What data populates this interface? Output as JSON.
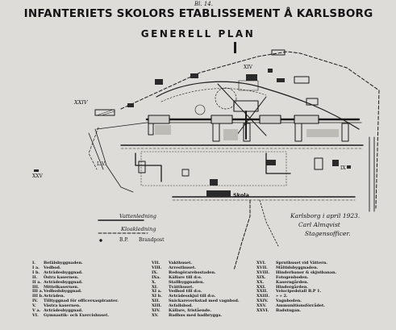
{
  "sheet": {
    "number": "Bl. 14."
  },
  "title": "INFANTERIETS SKOLORS ETABLISSEMENT Å KARLSBORG",
  "subtitle": "GENERELL PLAN",
  "map_labels": {
    "xxiv": "XXIV",
    "xiv": "XIV",
    "xxv": "XXV",
    "lv": "L.V.",
    "ix": "IX",
    "skola": "Skola",
    "vattenledning": "Vattenledning",
    "kloakledning": "Kloakledning",
    "brandpost": "Brandpost",
    "brandpost_key": "B.P."
  },
  "signature": {
    "line1": "Karlsborg i april 1923.",
    "line2": "Carl Almqvist",
    "line3": "Stagensofficer."
  },
  "legend": {
    "col1": [
      {
        "k": "I.",
        "v": "Befälsbyggnaden."
      },
      {
        "k": "I a.",
        "v": "Vedbod."
      },
      {
        "k": "I b.",
        "v": "Avträdesbyggnad."
      },
      {
        "k": "II.",
        "v": "Östra kasernen."
      },
      {
        "k": "II a.",
        "v": "Avträdesbyggnad."
      },
      {
        "k": "III.",
        "v": "Mittelkasernen."
      },
      {
        "k": "III a.",
        "v": "Vedbodsbyggnad."
      },
      {
        "k": "III b.",
        "v": "Avträden."
      },
      {
        "k": "IV.",
        "v": "Tilltyggnad för officersaspiranter."
      },
      {
        "k": "V.",
        "v": "Västra kasernen."
      },
      {
        "k": "V a.",
        "v": "Avträdesbyggnad."
      },
      {
        "k": "VI.",
        "v": "Gymnastik- och Exercishuset."
      }
    ],
    "col2": [
      {
        "k": "VII.",
        "v": "Vakthuset."
      },
      {
        "k": "VIII.",
        "v": "Arresthuset."
      },
      {
        "k": "IX.",
        "v": "Redogörarebostaden."
      },
      {
        "k": "IXa.",
        "v": "Källare till d:o."
      },
      {
        "k": "X.",
        "v": "Stallbyggnaden."
      },
      {
        "k": "XI.",
        "v": "Tvätthuset."
      },
      {
        "k": "XI a.",
        "v": "Vedbod till d:o."
      },
      {
        "k": "XI b.",
        "v": "Avträdesskjul till d:o."
      },
      {
        "k": "XII.",
        "v": "Snickareverkstad med vagnbod."
      },
      {
        "k": "XIII.",
        "v": "Avfallsbod."
      },
      {
        "k": "XIV.",
        "v": "Källare, fristående."
      },
      {
        "k": "XV.",
        "v": "Badhus med badbrygga."
      }
    ],
    "col3": [
      {
        "k": "XVI.",
        "v": "Spruthuset vid Vättern."
      },
      {
        "k": "XVII.",
        "v": "Måltidsbyggnaden."
      },
      {
        "k": "XVIII.",
        "v": "Hinderbanor & skjutbanan."
      },
      {
        "k": "XIX.",
        "v": "Fotogenboden."
      },
      {
        "k": "XX.",
        "v": "Kaserngården."
      },
      {
        "k": "XXI.",
        "v": "Hindergården."
      },
      {
        "k": "XXII.",
        "v": "Velocipedstall B.P 1."
      },
      {
        "k": "XXIII.",
        "v": "» » 2."
      },
      {
        "k": "XXIV.",
        "v": "Vagnboden."
      },
      {
        "k": "XXV.",
        "v": "Ammunitionsförrådet."
      },
      {
        "k": "XXVI.",
        "v": "Badstugan."
      }
    ]
  }
}
